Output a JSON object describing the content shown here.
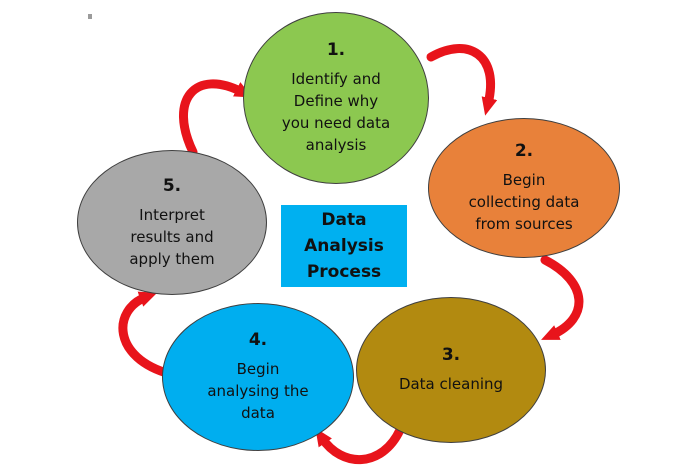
{
  "diagram": {
    "center_label": "Data\nAnalysis\nProcess",
    "nodes": [
      {
        "number": "1.",
        "text": "Identify and\nDefine why\nyou need data\nanalysis",
        "color": "#8CC850"
      },
      {
        "number": "2.",
        "text": "Begin\ncollecting data\nfrom sources",
        "color": "#E8813A"
      },
      {
        "number": "3.",
        "text": "Data cleaning",
        "color": "#B28A10"
      },
      {
        "number": "4.",
        "text": "Begin\nanalysing the\ndata",
        "color": "#00AEEF"
      },
      {
        "number": "5.",
        "text": "Interpret\nresults and\napply them",
        "color": "#A8A8A8"
      }
    ]
  },
  "colors": {
    "arrow": "#E8141B",
    "centerbg": "#00B0F0",
    "outline": "#3F3F3F",
    "text": "#111111"
  }
}
